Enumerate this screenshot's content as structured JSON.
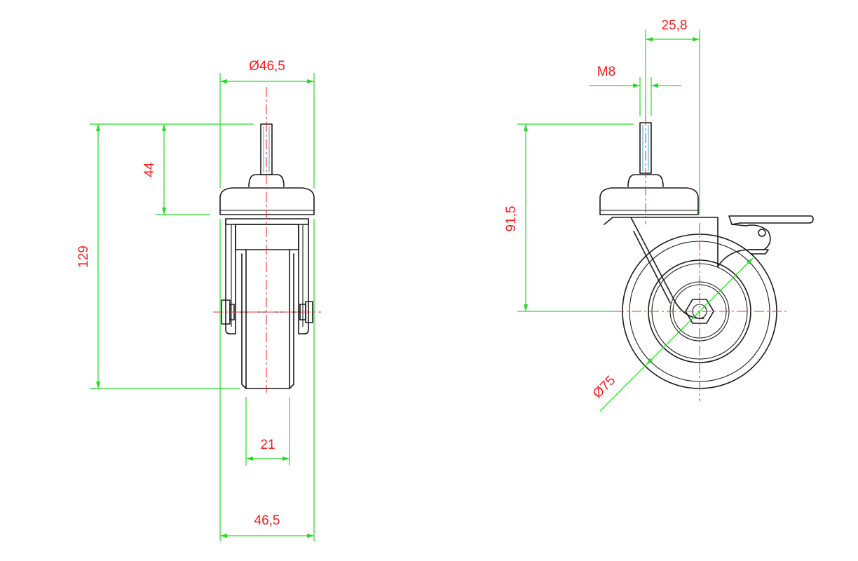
{
  "dimensions": {
    "top_diameter": "Ø46,5",
    "stem_height": "44",
    "total_height": "129",
    "wheel_width": "21",
    "base_width": "46,5",
    "offset": "25,8",
    "thread": "M8",
    "axle_height": "91,5",
    "wheel_diameter": "Ø75"
  },
  "colors": {
    "outline": "#1a1a1a",
    "dimension_lines": "#22dd22",
    "labels_and_centerlines": "#ff1a1a"
  }
}
